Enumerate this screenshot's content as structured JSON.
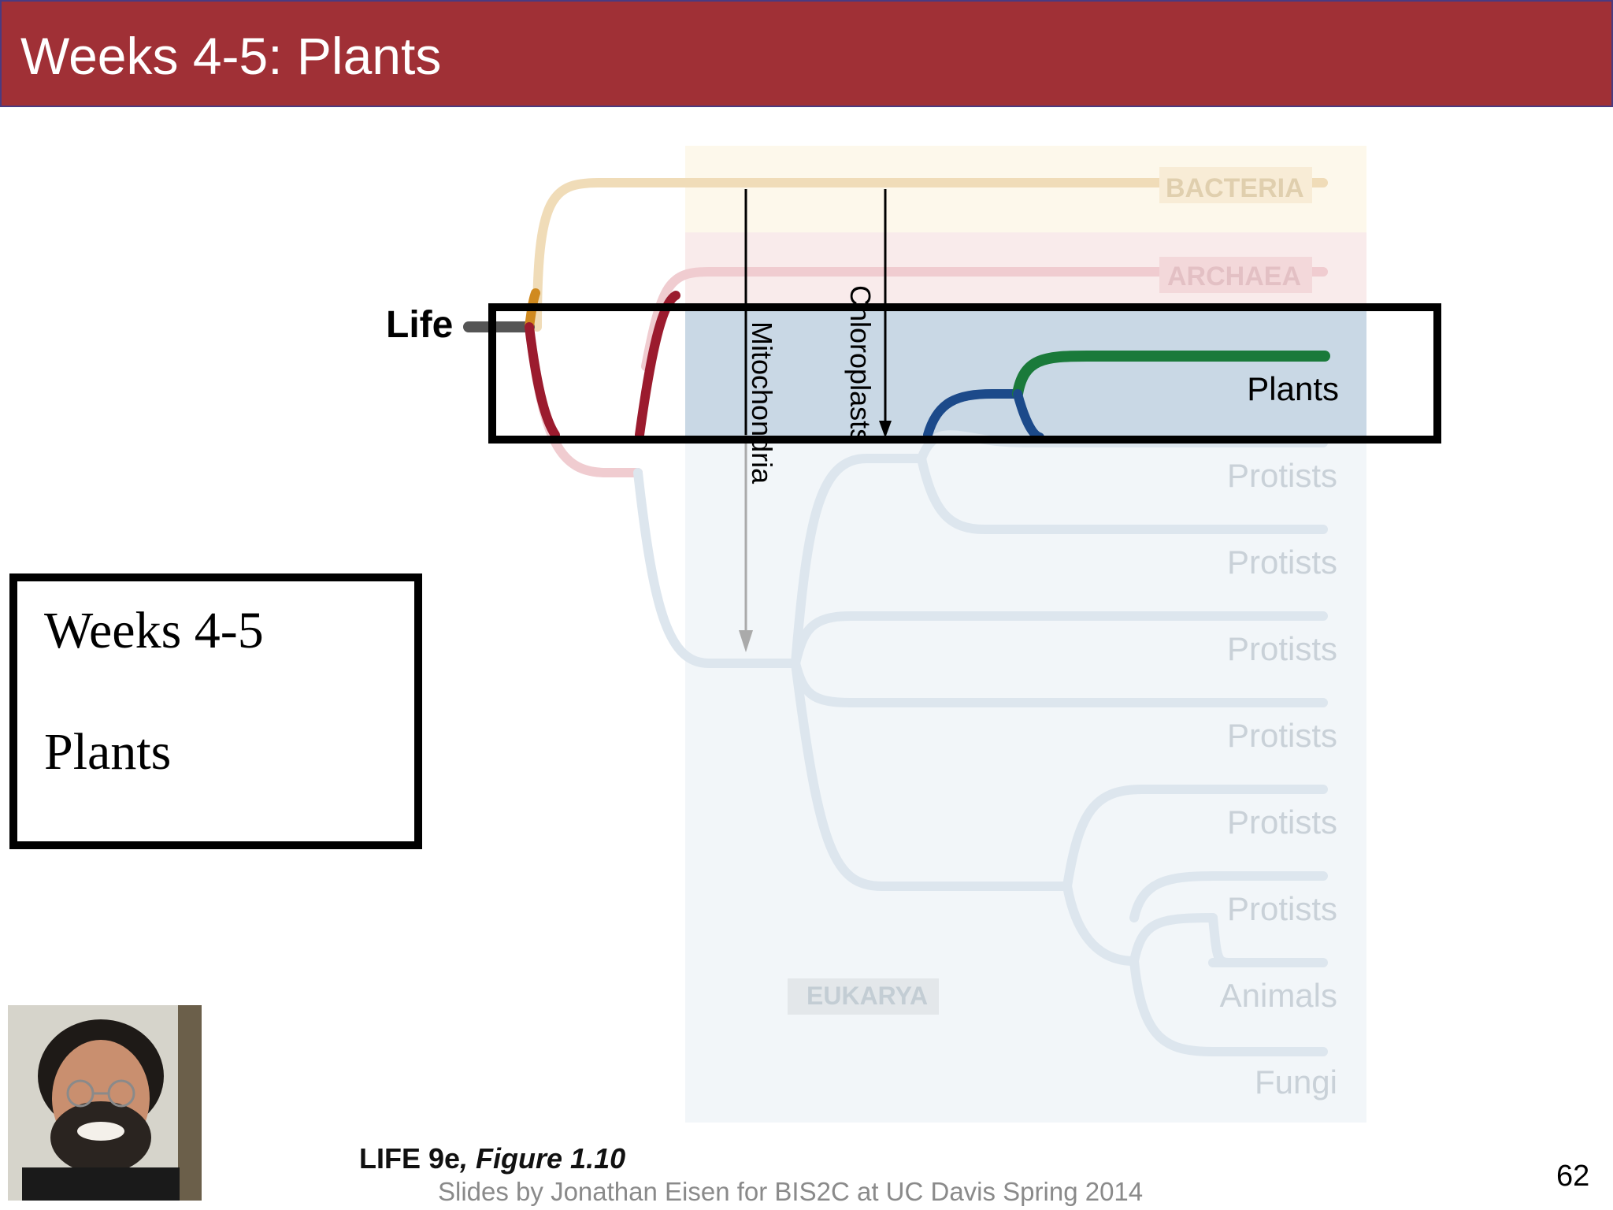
{
  "slide": {
    "title": "Weeks 4-5: Plants",
    "page_number": "62"
  },
  "tree": {
    "root_label": "Life",
    "domains": [
      "BACTERIA",
      "ARCHAEA",
      "EUKARYA"
    ],
    "transfers": [
      "Mitochondria",
      "Chloroplasts"
    ],
    "tips": [
      "Plants",
      "Protists",
      "Protists",
      "Protists",
      "Protists",
      "Protists",
      "Protists",
      "Animals",
      "Fungi"
    ],
    "colors": {
      "bacteria": "#d9a84a",
      "archaea": "#9b1b2e",
      "eukarya": "#8fb0c8",
      "plants": "#1a7a3a",
      "chloroplast_ancestor": "#1c4a8a",
      "highlight": "#000000"
    }
  },
  "week_box": {
    "line1": "Weeks 4-5",
    "line2": "Plants"
  },
  "caption": {
    "book": "LIFE 9e",
    "figure": ", Figure 1.10"
  },
  "footer": "Slides by Jonathan Eisen for BIS2C at UC Davis Spring 2014"
}
